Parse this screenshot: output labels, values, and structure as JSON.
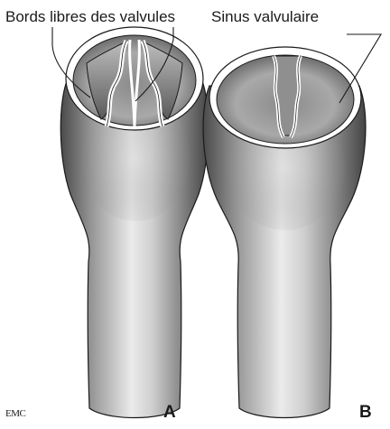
{
  "labels": {
    "free_edges": "Bords libres des valvules",
    "sinus": "Sinus valvulaire"
  },
  "panels": {
    "a": "A",
    "b": "B"
  },
  "credit": "EMC",
  "colors": {
    "tube_dark": "#4a4a4a",
    "tube_mid": "#9a9a9a",
    "tube_light": "#e6e6e6",
    "rim": "#ffffff",
    "outline": "#1a1a1a"
  }
}
